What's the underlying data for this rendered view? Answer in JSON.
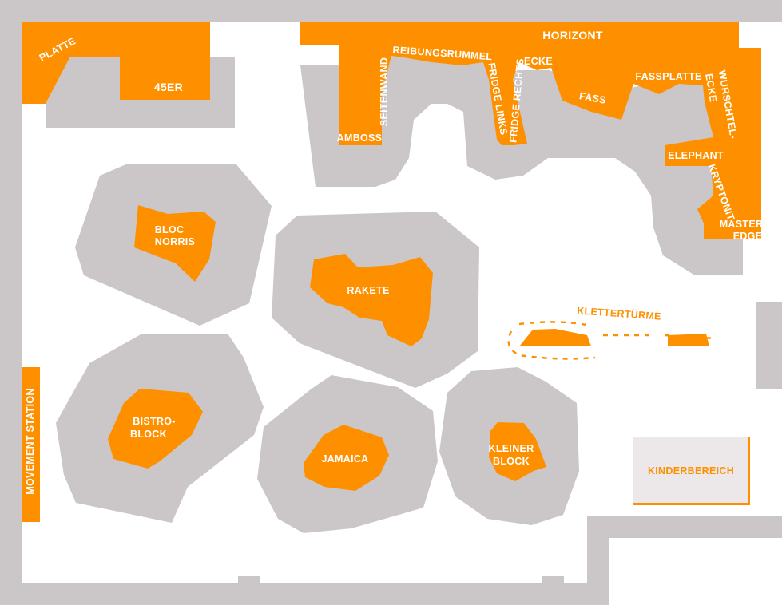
{
  "colors": {
    "accent": "#fe9000",
    "block": "#cbc6c7",
    "background": "#ffffff",
    "kids_area": "#ece7e8"
  },
  "map": {
    "walls": {
      "platte": "PLATTE",
      "45er": "45ER",
      "horizont": "HORIZONT",
      "amboss": "AMBOSS",
      "seitenwand": "SEITENWAND",
      "reibungsrummel": "REIBUNGSRUMMEL",
      "fridge_links": "FRIDGE LINKS",
      "fridge_rechts": "FRIDGE RECHTS",
      "ecke": "ECKE",
      "fass": "FASS",
      "fassplatte": "FASSPLATTE",
      "wurschtel_line1": "WURSCHTEL-",
      "wurschtel_line2": "ECKE",
      "elephant": "ELEPHANT",
      "kryptonit": "KRYPTONIT",
      "master_line1": "MASTER",
      "master_line2": "EDGE",
      "movement_station": "MOVEMENT STATION"
    },
    "blocks": {
      "bloc_norris_line1": "BLOC",
      "bloc_norris_line2": "NORRIS",
      "rakete": "RAKETE",
      "bistro_line1": "BISTRO-",
      "bistro_line2": "BLOCK",
      "jamaica": "JAMAICA",
      "kleiner_line1": "KLEINER",
      "kleiner_line2": "BLOCK"
    },
    "areas": {
      "klettertuerme": "KLETTERTÜRME",
      "kinderbereich": "KINDERBEREICH"
    }
  }
}
